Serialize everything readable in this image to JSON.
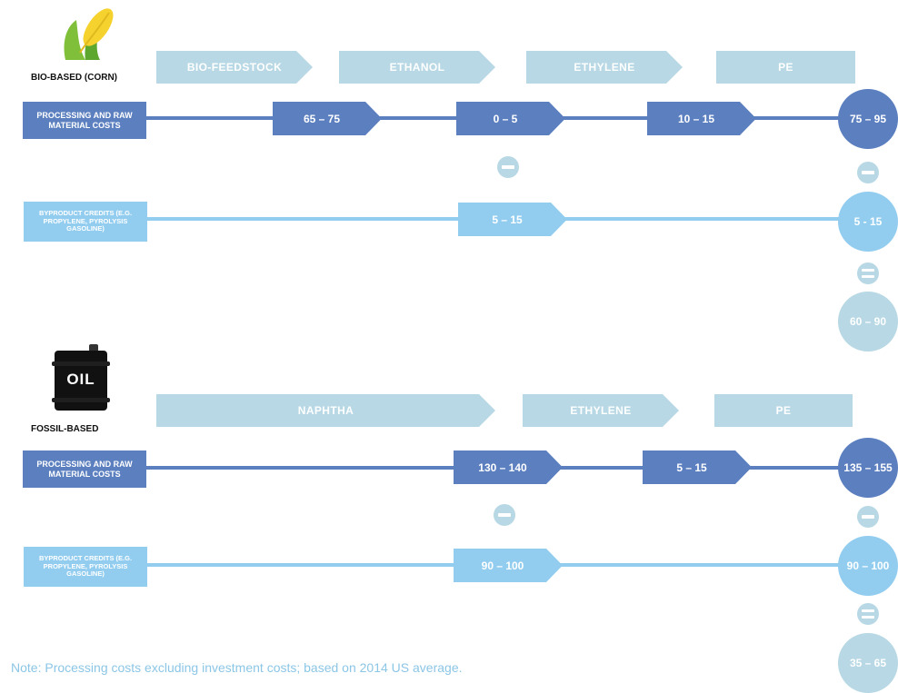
{
  "bio": {
    "label": "BIO-BASED (CORN)",
    "stages": [
      "BIO-FEEDSTOCK",
      "ETHANOL",
      "ETHYLENE",
      "PE"
    ],
    "processing_label": "PROCESSING AND RAW MATERIAL COSTS",
    "processing_values": [
      "65 – 75",
      "0 – 5",
      "10 – 15"
    ],
    "processing_total": "75 – 95",
    "byproduct_label": "BYPRODUCT CREDITS (E.G. PROPYLENE, PYROLYSIS GASOLINE)",
    "byproduct_values": [
      "5 – 15"
    ],
    "byproduct_total": "5 - 15",
    "result": "60 – 90"
  },
  "fossil": {
    "label": "FOSSIL-BASED",
    "icon_text": "OIL",
    "stages": [
      "NAPHTHA",
      "ETHYLENE",
      "PE"
    ],
    "processing_label": "PROCESSING AND RAW MATERIAL COSTS",
    "processing_values": [
      "130 – 140",
      "5 – 15"
    ],
    "processing_total": "135 – 155",
    "byproduct_label": "BYPRODUCT CREDITS (E.G. PROPYLENE, PYROLYSIS GASOLINE)",
    "byproduct_values": [
      "90 – 100"
    ],
    "byproduct_total": "90 – 100",
    "result": "35 – 65"
  },
  "note": "Note: Processing costs excluding investment costs; based on 2014 US average.",
  "colors": {
    "processing": "#5b7fbf",
    "byproduct": "#92cdf0",
    "stage": "#b7d8e4",
    "note": "#8cc6e6"
  },
  "icons": [
    "corn-icon",
    "oil-barrel-icon",
    "minus-icon",
    "equals-icon"
  ]
}
